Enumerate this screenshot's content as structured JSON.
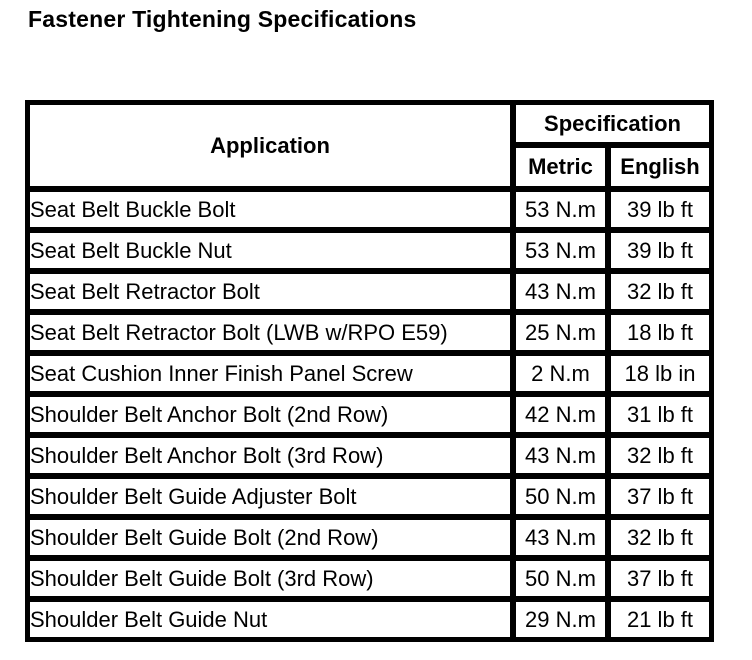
{
  "title": "Fastener Tightening Specifications",
  "colors": {
    "text": "#000000",
    "border": "#000000",
    "background": "#ffffff"
  },
  "table": {
    "column_headers": {
      "application": "Application",
      "specification": "Specification",
      "metric": "Metric",
      "english": "English"
    },
    "rows": [
      {
        "application": "Seat Belt Buckle Bolt",
        "metric": "53 N.m",
        "english": "39 lb ft"
      },
      {
        "application": "Seat Belt Buckle Nut",
        "metric": "53 N.m",
        "english": "39 lb ft"
      },
      {
        "application": "Seat Belt Retractor Bolt",
        "metric": "43 N.m",
        "english": "32 lb ft"
      },
      {
        "application": "Seat Belt Retractor Bolt (LWB w/RPO E59)",
        "metric": "25 N.m",
        "english": "18 lb ft"
      },
      {
        "application": "Seat Cushion Inner Finish Panel Screw",
        "metric": "2 N.m",
        "english": "18 lb in"
      },
      {
        "application": "Shoulder Belt Anchor Bolt (2nd Row)",
        "metric": "42 N.m",
        "english": "31 lb ft"
      },
      {
        "application": "Shoulder Belt Anchor Bolt (3rd Row)",
        "metric": "43 N.m",
        "english": "32 lb ft"
      },
      {
        "application": "Shoulder Belt Guide Adjuster Bolt",
        "metric": "50 N.m",
        "english": "37 lb ft"
      },
      {
        "application": "Shoulder Belt Guide Bolt (2nd Row)",
        "metric": "43 N.m",
        "english": "32 lb ft"
      },
      {
        "application": "Shoulder Belt Guide Bolt (3rd Row)",
        "metric": "50 N.m",
        "english": "37 lb ft"
      },
      {
        "application": "Shoulder Belt Guide Nut",
        "metric": "29 N.m",
        "english": "21 lb ft"
      }
    ]
  }
}
